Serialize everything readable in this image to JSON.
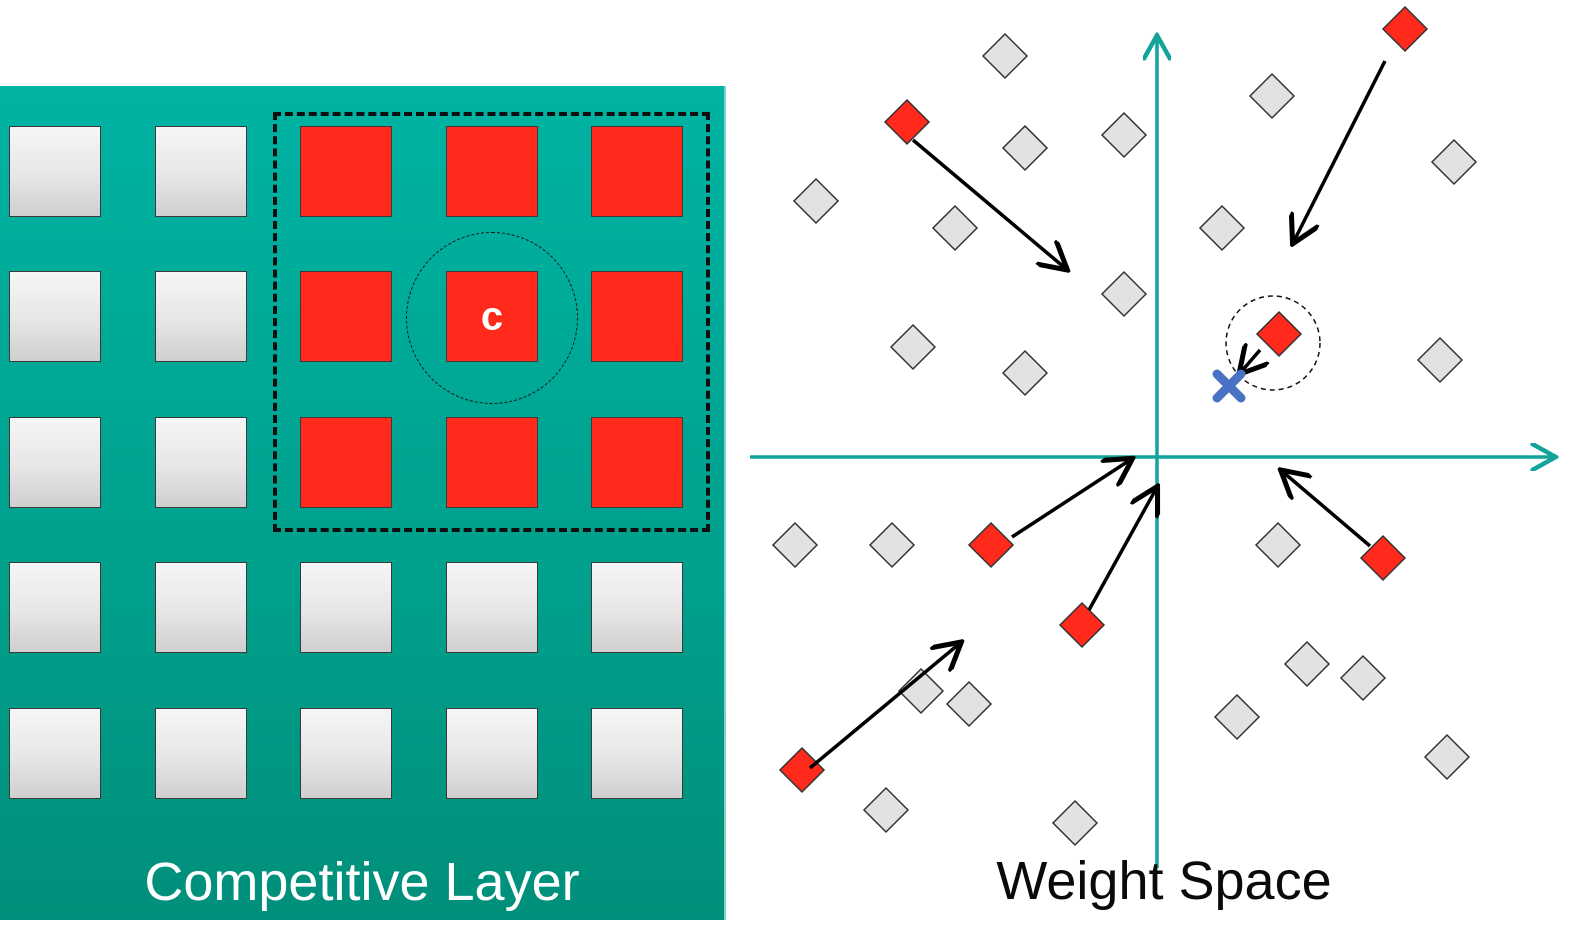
{
  "competitive_layer": {
    "title": "Competitive Layer",
    "winner_label": "c",
    "grid": [
      [
        false,
        false,
        true,
        true,
        true
      ],
      [
        false,
        false,
        true,
        true,
        true
      ],
      [
        false,
        false,
        true,
        true,
        true
      ],
      [
        false,
        false,
        false,
        false,
        false
      ],
      [
        false,
        false,
        false,
        false,
        false
      ]
    ],
    "winner_cell": [
      1,
      3
    ]
  },
  "weight_space": {
    "title": "Weight Space"
  },
  "colors": {
    "layer_background": "#00a896",
    "active_node": "#ff2a1c",
    "inactive_node": "#e0e0e0",
    "axis": "#12a39a",
    "input_marker": "#4a72c4"
  }
}
